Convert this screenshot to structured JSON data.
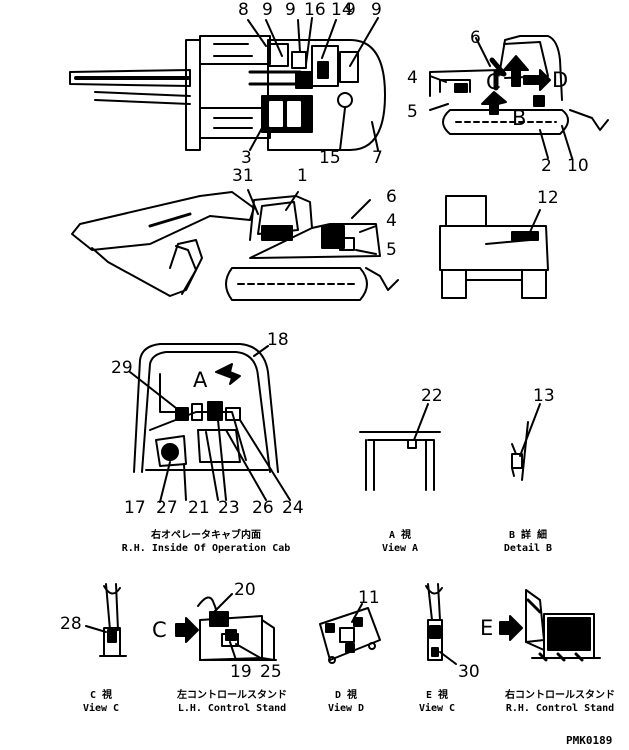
{
  "callouts": {
    "top": {
      "n8": "8",
      "n9a": "9",
      "n9b": "9",
      "n16": "16",
      "n14": "14",
      "n9c": "9",
      "n9d": "9",
      "n3": "3",
      "n15": "15",
      "n7": "7"
    },
    "right_top": {
      "n6": "6",
      "n4": "4",
      "n5": "5",
      "n2": "2",
      "n10": "10",
      "lblC": "C",
      "lblD": "D",
      "lblB": "B"
    },
    "side": {
      "n31": "31",
      "n1": "1",
      "n6": "6",
      "n4": "4",
      "n5": "5"
    },
    "rear": {
      "n12": "12"
    },
    "cab": {
      "n18": "18",
      "n29": "29",
      "lblA": "A",
      "n17": "17",
      "n27": "27",
      "n21": "21",
      "n23": "23",
      "n26": "26",
      "n24": "24"
    },
    "view_a": {
      "n22": "22"
    },
    "detail_b": {
      "n13": "13"
    },
    "view_c": {
      "n28": "28"
    },
    "lh_stand": {
      "n20": "20",
      "n19": "19",
      "n25": "25",
      "lblC": "C"
    },
    "view_d": {
      "n11": "11"
    },
    "view_e": {
      "n30": "30"
    },
    "rh_stand": {
      "lblE": "E"
    }
  },
  "captions": {
    "cab_jp": "右オペレータキャブ内面",
    "cab_en": "R.H. Inside Of Operation Cab",
    "view_a_jp": "A  視",
    "view_a_en": "View A",
    "detail_b_jp": "B 詳 細",
    "detail_b_en": "Detail B",
    "view_c_jp": "C  視",
    "view_c_en": "View C",
    "lh_jp": "左コントロールスタンド",
    "lh_en": "L.H. Control Stand",
    "view_d_jp": "D  視",
    "view_d_en": "View D",
    "view_e_jp": "E  視",
    "view_e_en": "View C",
    "rh_jp": "右コントロールスタンド",
    "rh_en": "R.H. Control Stand"
  },
  "drawing_code": "PMK0189"
}
